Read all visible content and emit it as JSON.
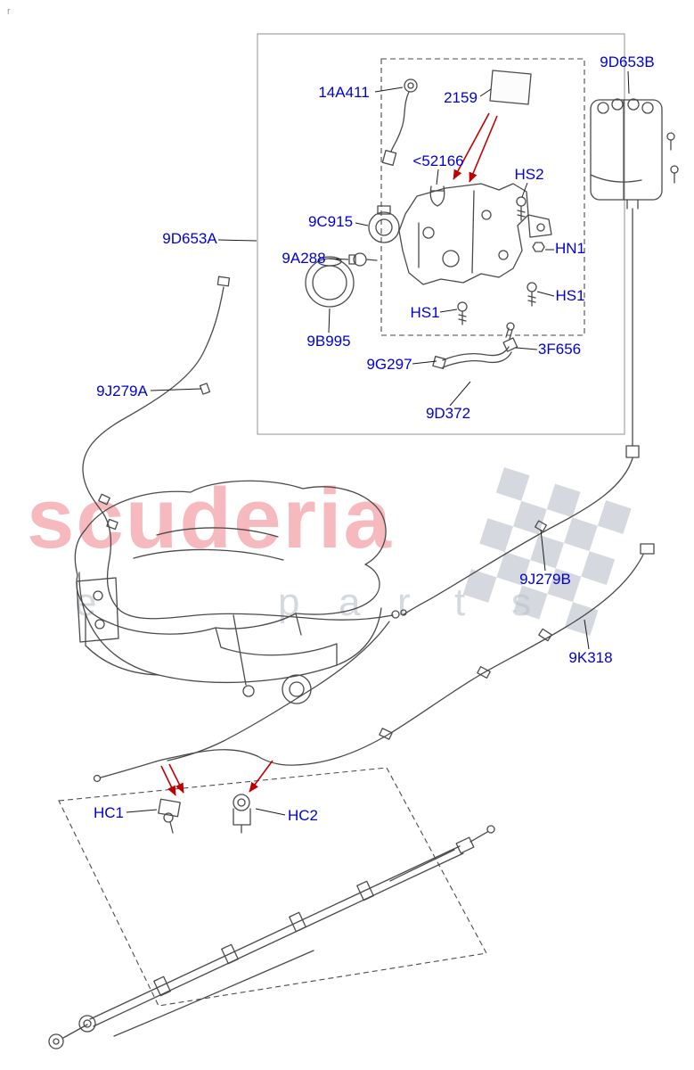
{
  "corner_mark": "r",
  "watermark": {
    "brand": "scuderia",
    "letters": [
      "e",
      "p",
      "a",
      "r",
      "t",
      "s"
    ]
  },
  "colors": {
    "label_blue": "#0000d6",
    "red_arrow": "#c00000",
    "watermark_pink": "#e85763",
    "watermark_grey": "#b9c1ca",
    "drawing_grey": "#4a4a4a"
  },
  "labels": [
    {
      "text": "14A411"
    },
    {
      "text": "2159"
    },
    {
      "text": "9D653B"
    },
    {
      "text": "<52166"
    },
    {
      "text": "HS2"
    },
    {
      "text": "9C915"
    },
    {
      "text": "HN1"
    },
    {
      "text": "9A288"
    },
    {
      "text": "9D653A"
    },
    {
      "text": "HS1"
    },
    {
      "text": "HS1"
    },
    {
      "text": "9B995"
    },
    {
      "text": "3F656"
    },
    {
      "text": "9G297"
    },
    {
      "text": "9D372"
    },
    {
      "text": "9J279A"
    },
    {
      "text": "9J279B"
    },
    {
      "text": "9K318"
    },
    {
      "text": "HC1"
    },
    {
      "text": "HC2"
    }
  ]
}
